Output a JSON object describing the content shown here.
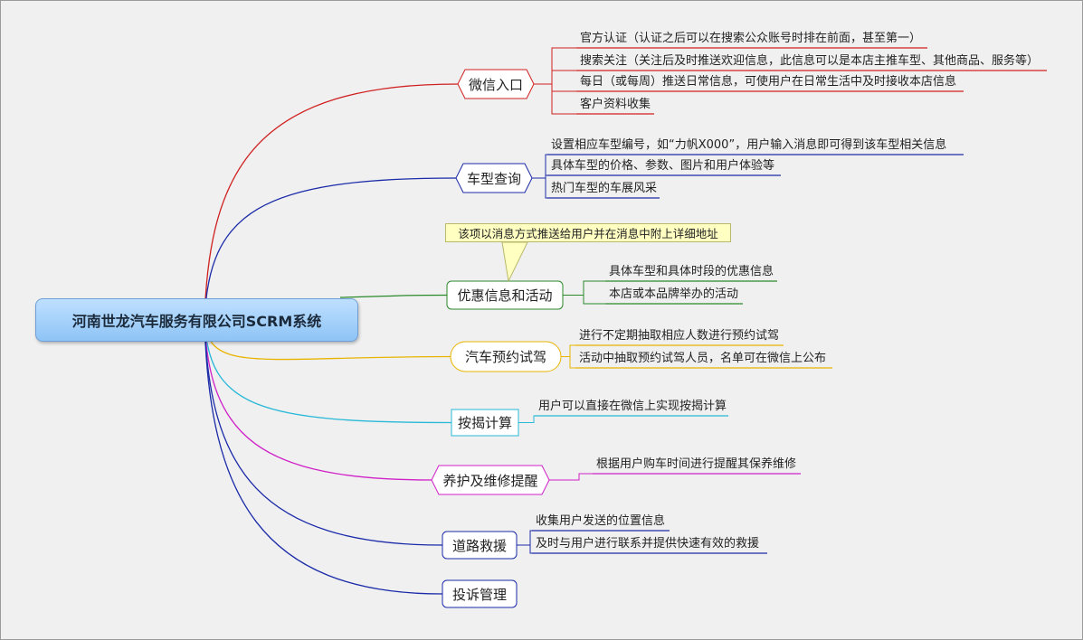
{
  "central": {
    "label": "河南世龙汽车服务有限公司SCRM系统"
  },
  "branches": [
    {
      "key": "wechat",
      "label": "微信入口",
      "color": "#d02020",
      "shape": "hexagon",
      "items": [
        "官方认证（认证之后可以在搜索公众账号时排在前面，甚至第一）",
        "搜索关注（关注后及时推送欢迎信息，此信息可以是本店主推车型、其他商品、服务等）",
        "每日（或每周）推送日常信息，可使用户在日常生活中及时接收本店信息",
        "客户资料收集"
      ]
    },
    {
      "key": "model_query",
      "label": "车型查询",
      "color": "#1a2aa8",
      "shape": "hexagon",
      "items": [
        "设置相应车型编号，如“力帆X000”，用户输入消息即可得到该车型相关信息",
        "具体车型的价格、参数、图片和用户体验等",
        "热门车型的车展风采"
      ]
    },
    {
      "key": "promotion",
      "label": "优惠信息和活动",
      "color": "#2a8a2a",
      "shape": "rounded",
      "note": "该项以消息方式推送给用户并在消息中附上详细地址",
      "items": [
        "具体车型和具体时段的优惠信息",
        "本店或本品牌举办的活动"
      ]
    },
    {
      "key": "test_drive",
      "label": "汽车预约试驾",
      "color": "#e8b400",
      "shape": "ellipse",
      "items": [
        "进行不定期抽取相应人数进行预约试驾",
        "活动中抽取预约试驾人员，名单可在微信上公布"
      ]
    },
    {
      "key": "mortgage",
      "label": "按揭计算",
      "color": "#28b8d8",
      "shape": "rect",
      "items": [
        "用户可以直接在微信上实现按揭计算"
      ]
    },
    {
      "key": "maintenance",
      "label": "养护及维修提醒",
      "color": "#d020c8",
      "shape": "hexagon",
      "items": [
        "根据用户购车时间进行提醒其保养维修"
      ]
    },
    {
      "key": "rescue",
      "label": "道路救援",
      "color": "#1a2aa8",
      "shape": "rounded",
      "items": [
        "收集用户发送的位置信息",
        "及时与用户进行联系并提供快速有效的救援"
      ]
    },
    {
      "key": "complaint",
      "label": "投诉管理",
      "color": "#1a2aa8",
      "shape": "rounded",
      "items": []
    }
  ]
}
